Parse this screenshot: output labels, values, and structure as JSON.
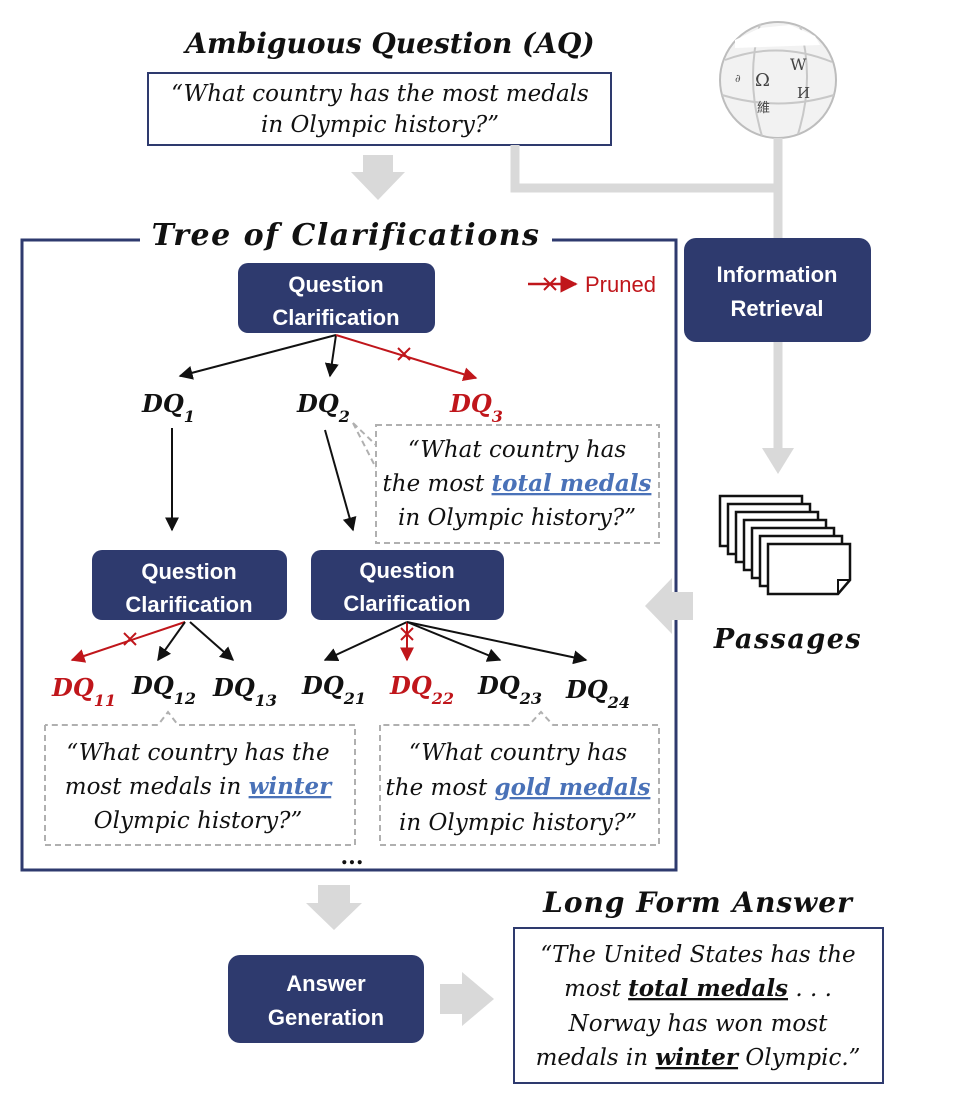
{
  "ambiguous_question": {
    "title": "Ambiguous Question (AQ)",
    "text_line1": "“What country has the most medals",
    "text_line2": "in Olympic history?”"
  },
  "tree": {
    "title": "Tree of Clarifications",
    "legend_pruned": "Pruned",
    "root_node": {
      "line1": "Question",
      "line2": "Clarification"
    },
    "left_node": {
      "line1": "Question",
      "line2": "Clarification"
    },
    "mid_node": {
      "line1": "Question",
      "line2": "Clarification"
    },
    "level1": [
      {
        "base": "DQ",
        "sub": "1",
        "pruned": false
      },
      {
        "base": "DQ",
        "sub": "2",
        "pruned": false
      },
      {
        "base": "DQ",
        "sub": "3",
        "pruned": true
      }
    ],
    "level2_left": [
      {
        "base": "DQ",
        "sub": "11",
        "pruned": true
      },
      {
        "base": "DQ",
        "sub": "12",
        "pruned": false
      },
      {
        "base": "DQ",
        "sub": "13",
        "pruned": false
      }
    ],
    "level2_mid": [
      {
        "base": "DQ",
        "sub": "21",
        "pruned": false
      },
      {
        "base": "DQ",
        "sub": "22",
        "pruned": true
      },
      {
        "base": "DQ",
        "sub": "23",
        "pruned": false
      },
      {
        "base": "DQ",
        "sub": "24",
        "pruned": false
      }
    ],
    "callout_dq2": {
      "line1": "“What  country has",
      "line2_pre": "the most ",
      "line2_hl": "total medals",
      "line3": "in Olympic history?”"
    },
    "callout_dq12": {
      "line1": "“What country has the",
      "line2_pre": "most  medals in ",
      "line2_hl": "winter",
      "line3": "Olympic history?”"
    },
    "callout_dq23": {
      "line1": "“What country has",
      "line2_pre": "the most ",
      "line2_hl": "gold medals",
      "line3": "in Olympic history?”"
    },
    "ellipsis": "..."
  },
  "information_retrieval": {
    "line1": "Information",
    "line2": "Retrieval"
  },
  "passages_label": "Passages",
  "answer_generation": {
    "line1": "Answer",
    "line2": "Generation"
  },
  "long_form_answer": {
    "title": "Long Form Answer",
    "line1": "“The United States has the",
    "line2_pre": "most ",
    "line2_hl": "total medals",
    "line2_post": " . . .",
    "line3": "Norway has won most",
    "line4_pre": "medals  in ",
    "line4_hl": "winter",
    "line4_post": " Olympic.”"
  },
  "colors": {
    "navy": "#2e3a6e",
    "pruned_red": "#c0161b",
    "highlight_blue": "#4a72b8",
    "gray_arrow": "#d9d9d9",
    "dashed_gray": "#b0b0b0"
  }
}
